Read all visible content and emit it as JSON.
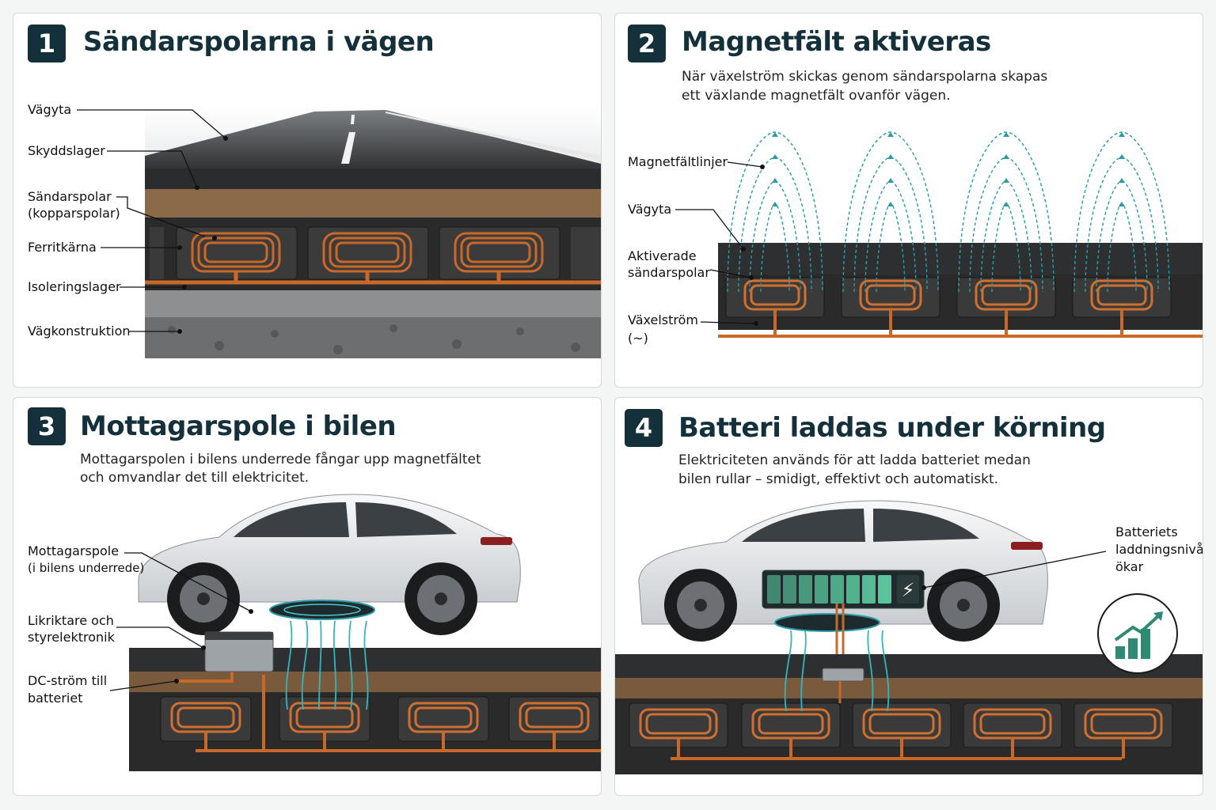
{
  "panels": [
    {
      "number": "1",
      "title": "Sändarspolarna i vägen",
      "labels": {
        "road_surface": "Vägyta",
        "protective_layer": "Skyddslager",
        "transmitter_coils_1": "Sändarspolar",
        "transmitter_coils_2": "(kopparspolar)",
        "ferrite_core": "Ferritkärna",
        "insulation_layer": "Isoleringslager",
        "road_construction": "Vägkonstruktion"
      }
    },
    {
      "number": "2",
      "title": "Magnetfält aktiveras",
      "description_1": "När växelström skickas genom sändarspolarna skapas",
      "description_2": "ett växlande magnetfält ovanför vägen.",
      "labels": {
        "field_lines": "Magnetfältlinjer",
        "road_surface": "Vägyta",
        "activated_1": "Aktiverade",
        "activated_2": "sändarspolar",
        "ac_1": "Växelström",
        "ac_2": "(~)"
      }
    },
    {
      "number": "3",
      "title": "Mottagarspole i bilen",
      "description_1": "Mottagarspolen i bilens underrede fångar upp magnetfältet",
      "description_2": "och omvandlar det till elektricitet.",
      "labels": {
        "receiver_1": "Mottagarspole",
        "receiver_2": "(i bilens underrede)",
        "rectifier_1": "Likriktare och",
        "rectifier_2": "styrelektronik",
        "dc_1": "DC-ström till",
        "dc_2": "batteriet"
      }
    },
    {
      "number": "4",
      "title": "Batteri laddas under körning",
      "description_1": "Elektriciteten används för att ladda batteriet medan",
      "description_2": "bilen rullar – smidigt, effektivt och automatiskt.",
      "labels": {
        "battery_1": "Batteriets",
        "battery_2": "laddningsnivå",
        "battery_3": "ökar"
      }
    }
  ],
  "colors": {
    "title": "#14303b",
    "copper": "#c8692a",
    "field": "#2a9aa6",
    "battery": "#5fd4a8",
    "chart": "#2e8a72"
  },
  "icons": [
    "lightning-icon",
    "bar-chart-arrow-icon"
  ]
}
